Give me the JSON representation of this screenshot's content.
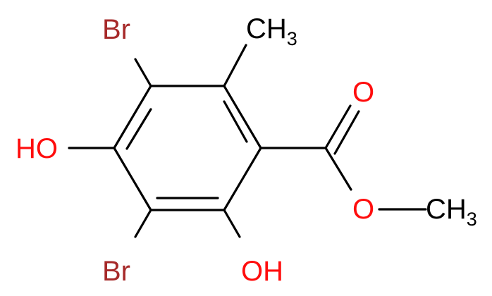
{
  "molecule": {
    "labels": {
      "br_top": "Br",
      "br_bottom": "Br",
      "ho_left": "HO",
      "oh_bottom": "OH",
      "carbonyl_o": "O",
      "ester_o": "O",
      "methyl_top_main": "CH",
      "methyl_top_sub": "3",
      "methyl_ester_main": "CH",
      "methyl_ester_sub": "3"
    },
    "colors": {
      "bond": "#000000",
      "oxygen": "#ff0d0d",
      "bromine": "#a62929",
      "carbon": "#000000"
    }
  }
}
